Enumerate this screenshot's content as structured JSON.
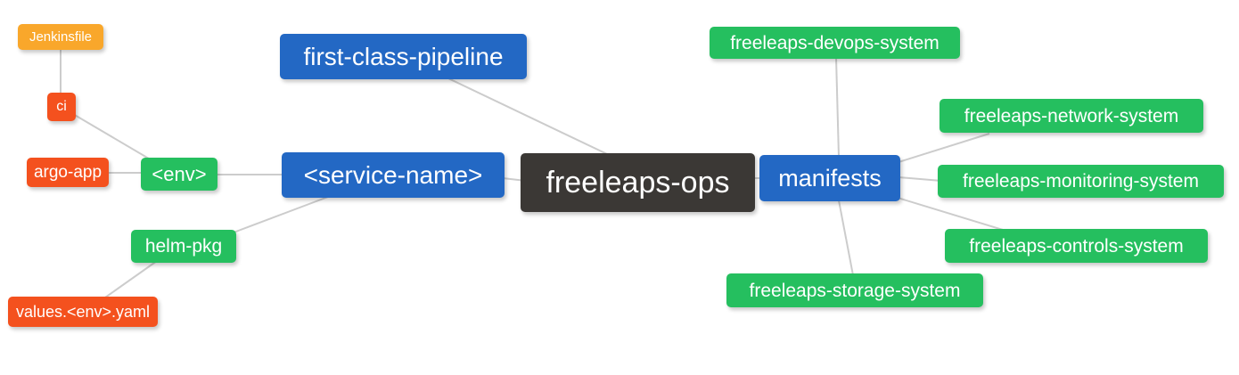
{
  "diagram": {
    "type": "mindmap",
    "background_color": "#ffffff",
    "edge_color": "#cccccc",
    "node_colors": {
      "orange": "#f9a72b",
      "red": "#f4511e",
      "green": "#25bf5f",
      "blue": "#2368c4",
      "dark": "#3b3835",
      "text": "#ffffff"
    },
    "nodes": [
      {
        "id": "jenkinsfile",
        "label": "Jenkinsfile",
        "color": "orange"
      },
      {
        "id": "ci",
        "label": "ci",
        "color": "red"
      },
      {
        "id": "argo-app",
        "label": "argo-app",
        "color": "red"
      },
      {
        "id": "env",
        "label": "<env>",
        "color": "green"
      },
      {
        "id": "service-name",
        "label": "<service-name>",
        "color": "blue"
      },
      {
        "id": "first-class-pipeline",
        "label": "first-class-pipeline",
        "color": "blue"
      },
      {
        "id": "freeleaps-ops",
        "label": "freeleaps-ops",
        "color": "dark"
      },
      {
        "id": "manifests",
        "label": "manifests",
        "color": "blue"
      },
      {
        "id": "freeleaps-devops-system",
        "label": "freeleaps-devops-system",
        "color": "green"
      },
      {
        "id": "freeleaps-network-system",
        "label": "freeleaps-network-system",
        "color": "green"
      },
      {
        "id": "freeleaps-monitoring-system",
        "label": "freeleaps-monitoring-system",
        "color": "green"
      },
      {
        "id": "freeleaps-controls-system",
        "label": "freeleaps-controls-system",
        "color": "green"
      },
      {
        "id": "freeleaps-storage-system",
        "label": "freeleaps-storage-system",
        "color": "green"
      },
      {
        "id": "helm-pkg",
        "label": "helm-pkg",
        "color": "green"
      },
      {
        "id": "values-env-yaml",
        "label": "values.<env>.yaml",
        "color": "red"
      }
    ],
    "edges": [
      {
        "from": "Jenkinsfile",
        "to": "ci"
      },
      {
        "from": "ci",
        "to": "<env>"
      },
      {
        "from": "argo-app",
        "to": "<env>"
      },
      {
        "from": "<env>",
        "to": "<service-name>"
      },
      {
        "from": "helm-pkg",
        "to": "<service-name>"
      },
      {
        "from": "values.<env>.yaml",
        "to": "helm-pkg"
      },
      {
        "from": "first-class-pipeline",
        "to": "freeleaps-ops"
      },
      {
        "from": "<service-name>",
        "to": "freeleaps-ops"
      },
      {
        "from": "freeleaps-ops",
        "to": "manifests"
      },
      {
        "from": "manifests",
        "to": "freeleaps-devops-system"
      },
      {
        "from": "manifests",
        "to": "freeleaps-network-system"
      },
      {
        "from": "manifests",
        "to": "freeleaps-monitoring-system"
      },
      {
        "from": "manifests",
        "to": "freeleaps-controls-system"
      },
      {
        "from": "manifests",
        "to": "freeleaps-storage-system"
      }
    ]
  }
}
